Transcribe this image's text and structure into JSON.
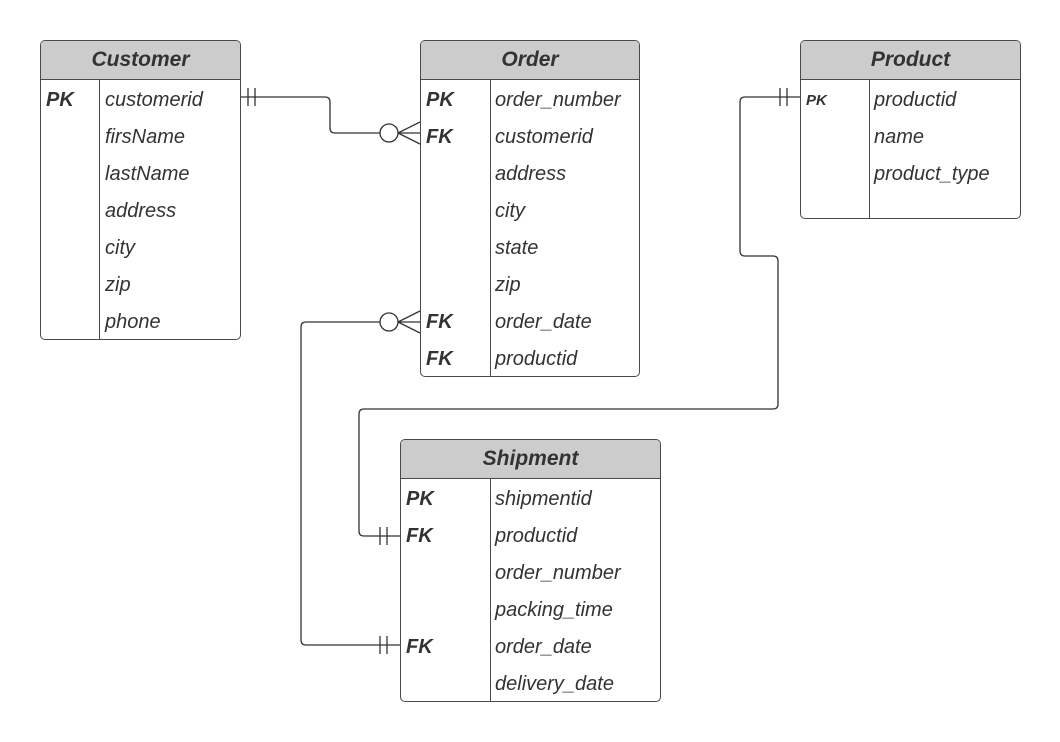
{
  "entities": {
    "customer": {
      "title": "Customer",
      "rows": [
        {
          "key": "PK",
          "field": "customerid"
        },
        {
          "key": "",
          "field": "firsName"
        },
        {
          "key": "",
          "field": "lastName"
        },
        {
          "key": "",
          "field": "address"
        },
        {
          "key": "",
          "field": "city"
        },
        {
          "key": "",
          "field": "zip"
        },
        {
          "key": "",
          "field": "phone"
        }
      ]
    },
    "order": {
      "title": "Order",
      "rows": [
        {
          "key": "PK",
          "field": "order_number"
        },
        {
          "key": "FK",
          "field": "customerid"
        },
        {
          "key": "",
          "field": "address"
        },
        {
          "key": "",
          "field": "city"
        },
        {
          "key": "",
          "field": "state"
        },
        {
          "key": "",
          "field": "zip"
        },
        {
          "key": "FK",
          "field": "order_date"
        },
        {
          "key": "FK",
          "field": "productid"
        }
      ]
    },
    "product": {
      "title": "Product",
      "rows": [
        {
          "key": "PK",
          "field": "productid"
        },
        {
          "key": "",
          "field": "name"
        },
        {
          "key": "",
          "field": "product_type"
        }
      ]
    },
    "shipment": {
      "title": "Shipment",
      "rows": [
        {
          "key": "PK",
          "field": "shipmentid"
        },
        {
          "key": "FK",
          "field": "productid"
        },
        {
          "key": "",
          "field": "order_number"
        },
        {
          "key": "",
          "field": "packing_time"
        },
        {
          "key": "FK",
          "field": "order_date"
        },
        {
          "key": "",
          "field": "delivery_date"
        }
      ]
    }
  },
  "colors": {
    "header_fill": "#cccccc",
    "border": "#4a4a4a",
    "text": "#333333",
    "connector": "#333333"
  }
}
